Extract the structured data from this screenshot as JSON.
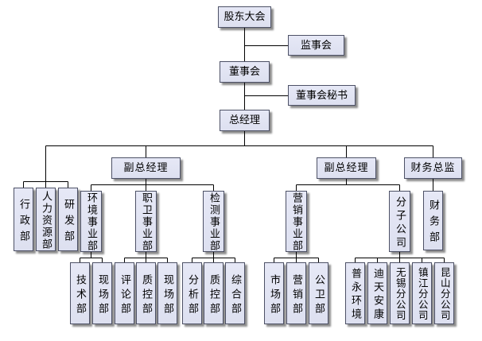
{
  "colors": {
    "box_fill": "#dde0f0",
    "box_border": "#4d5166",
    "line": "#000000"
  },
  "org_chart": {
    "shareholders_meeting": "股东大会",
    "supervisory_board": "监事会",
    "board_of_directors": "董事会",
    "board_secretary": "董事会秘书",
    "general_manager": "总经理",
    "direct_departments": [
      "行政部",
      "人力资源部",
      "研发部"
    ],
    "deputy_gm_left": {
      "label": "副总经理",
      "divisions": [
        {
          "label": "环境事业部",
          "departments": [
            "技术部",
            "现场部"
          ]
        },
        {
          "label": "职卫事业部",
          "departments": [
            "评论部",
            "质控部",
            "现场部"
          ]
        },
        {
          "label": "检测事业部",
          "departments": [
            "分析部",
            "质控部",
            "综合部"
          ]
        }
      ]
    },
    "deputy_gm_right": {
      "label": "副总经理",
      "divisions": [
        {
          "label": "营销事业部",
          "departments": [
            "市场部",
            "营销部",
            "公卫部"
          ]
        },
        {
          "label": "分子公司",
          "departments": [
            "普永环境",
            "迪天安康",
            "无锡分公司",
            "镇江分公司",
            "昆山分公司"
          ]
        }
      ]
    },
    "cfo": {
      "label": "财务总监",
      "departments": [
        "财务部"
      ]
    }
  }
}
